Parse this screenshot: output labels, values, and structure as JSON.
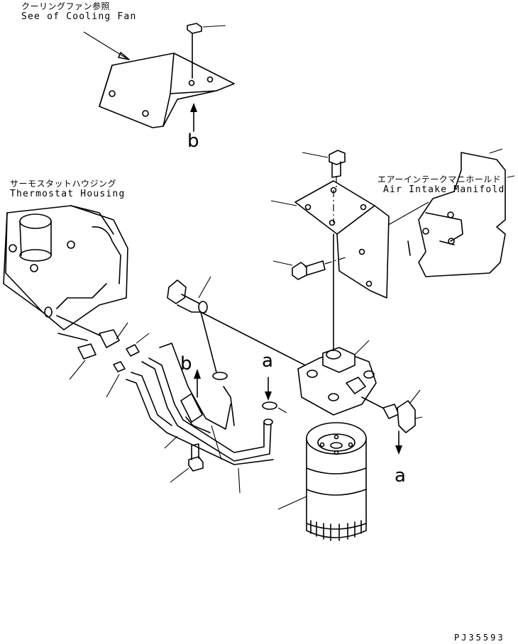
{
  "labels": {
    "cooling_fan_jp": "クーリングファン参照",
    "cooling_fan_en": "See of Cooling Fan",
    "thermostat_jp": "サーモスタットハウジング",
    "thermostat_en": "Thermostat Housing",
    "air_intake_jp": "エアーインテークマニホールド",
    "air_intake_en": "Air Intake Manifold"
  },
  "markers": {
    "b_top": "b",
    "b_mid": "b",
    "a_top": "a",
    "a_bottom": "a"
  },
  "drawing_code": "PJ35593"
}
